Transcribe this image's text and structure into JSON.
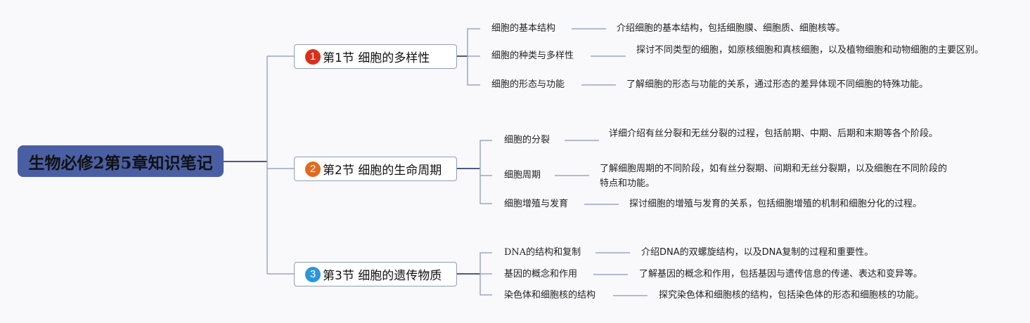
{
  "root": {
    "title": "生物必修2第5章知识笔记",
    "color": "#4a5fa3"
  },
  "sections": [
    {
      "number": "1",
      "badge_color": "#d9301c",
      "title": "第1节 细胞的多样性",
      "topics": [
        {
          "label": "细胞的基本结构",
          "description": "介绍细胞的基本结构，包括细胞膜、细胞质、细胞核等。"
        },
        {
          "label": "细胞的种类与多样性",
          "description": "探讨不同类型的细胞，如原核细胞和真核细胞，以及植物细胞和动物细胞的主要区别。"
        },
        {
          "label": "细胞的形态与功能",
          "description": "了解细胞的形态与功能的关系，通过形态的差异体现不同细胞的特殊功能。"
        }
      ]
    },
    {
      "number": "2",
      "badge_color": "#e2691d",
      "title": "第2节 细胞的生命周期",
      "topics": [
        {
          "label": "细胞的分裂",
          "description": "详细介绍有丝分裂和无丝分裂的过程，包括前期、中期、后期和末期等各个阶段。"
        },
        {
          "label": "细胞周期",
          "description": "了解细胞周期的不同阶段，如有丝分裂期、间期和无丝分裂期，以及细胞在不同阶段的特点和功能。"
        },
        {
          "label": "细胞增殖与发育",
          "description": "探讨细胞的增殖与发育的关系，包括细胞增殖的机制和细胞分化的过程。"
        }
      ]
    },
    {
      "number": "3",
      "badge_color": "#2b97d9",
      "title": "第3节 细胞的遗传物质",
      "topics": [
        {
          "label": "DNA的结构和复制",
          "description": "介绍DNA的双螺旋结构，以及DNA复制的过程和重要性。"
        },
        {
          "label": "基因的概念和作用",
          "description": "了解基因的概念和作用，包括基因与遗传信息的传递、表达和变异等。"
        },
        {
          "label": "染色体和细胞核的结构",
          "description": "探究染色体和细胞核的结构，包括染色体的形态和细胞核的功能。"
        }
      ]
    }
  ]
}
